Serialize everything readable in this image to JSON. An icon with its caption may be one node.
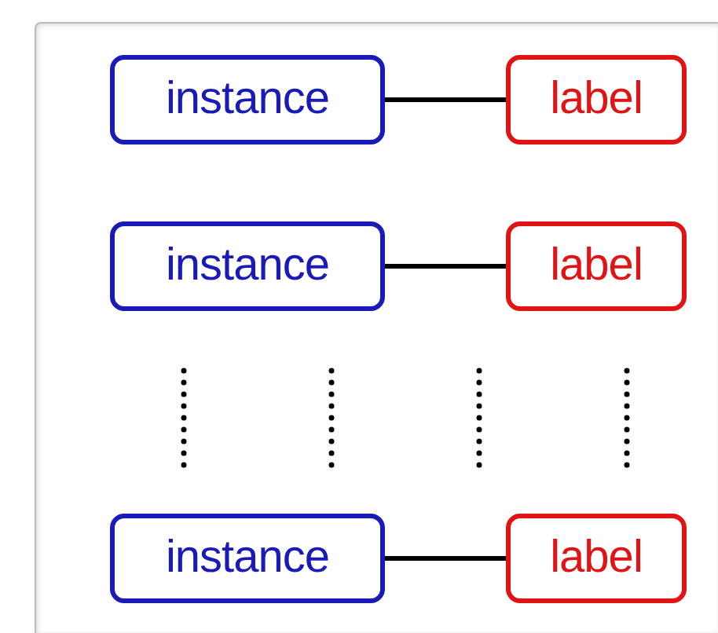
{
  "diagram": {
    "nodes": [
      {
        "text": [
          "instance"
        ]
      },
      {
        "text": [
          "label"
        ]
      },
      {
        "text": [
          "instance"
        ]
      },
      {
        "text": [
          "label"
        ]
      },
      {
        "text": [
          "instance"
        ]
      },
      {
        "text": [
          "label"
        ]
      }
    ],
    "edges": [
      {
        "from": 0,
        "to": 1,
        "arrow": "none"
      },
      {
        "from": 2,
        "to": 3,
        "arrow": "none"
      },
      {
        "from": 4,
        "to": 5,
        "arrow": "none"
      }
    ]
  }
}
